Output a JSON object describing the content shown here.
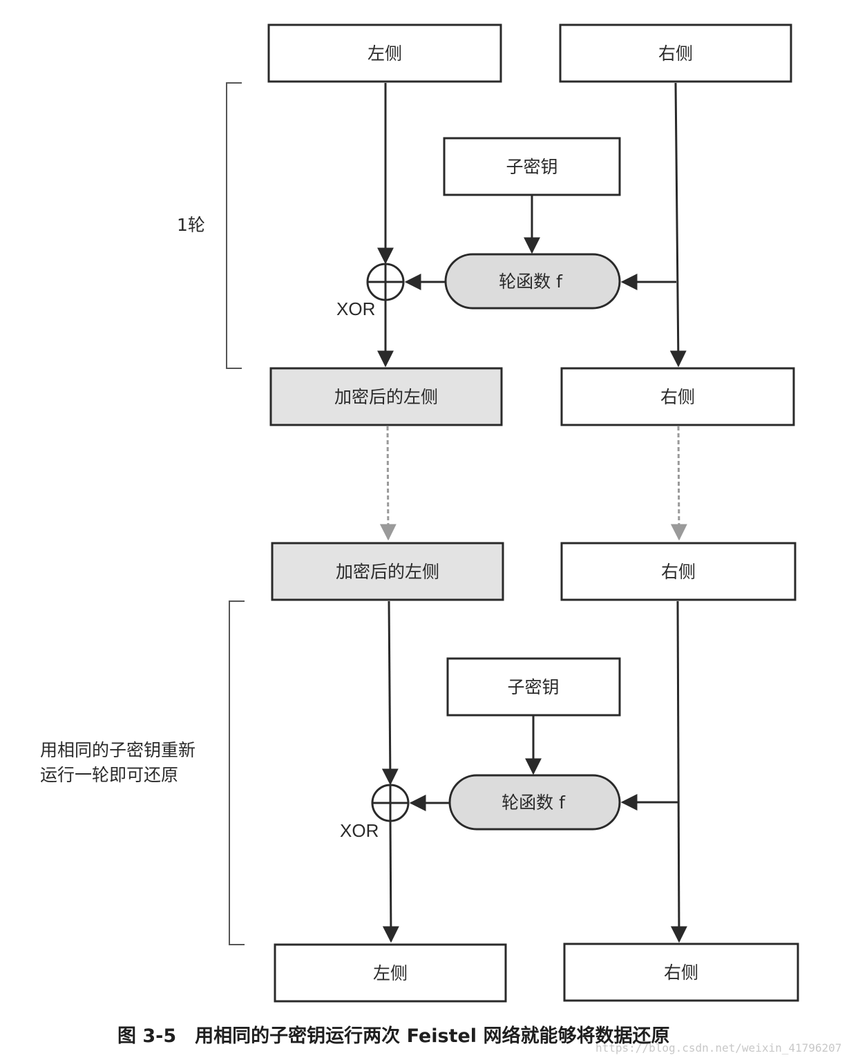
{
  "diagram": {
    "round1": {
      "top_left_box": "左侧",
      "top_right_box": "右侧",
      "subkey_box": "子密钥",
      "round_function": "轮函数 f",
      "xor_label": "XOR",
      "bracket_label": "1轮",
      "out_left_box": "加密后的左侧",
      "out_right_box": "右侧"
    },
    "round2": {
      "in_left_box": "加密后的左侧",
      "in_right_box": "右侧",
      "subkey_box": "子密钥",
      "round_function": "轮函数 f",
      "xor_label": "XOR",
      "bracket_label_line1": "用相同的子密钥重新",
      "bracket_label_line2": "运行一轮即可还原",
      "out_left_box": "左侧",
      "out_right_box": "右侧"
    },
    "caption": "图 3-5　用相同的子密钥运行两次 Feistel 网络就能够将数据还原",
    "watermark": "https://blog.csdn.net/weixin_41796207"
  },
  "colors": {
    "line": "#2a2a2a",
    "shaded_box": "#e3e3e3",
    "function_fill": "#dcdcdc",
    "dashed_arrow": "#9a9a9a"
  }
}
